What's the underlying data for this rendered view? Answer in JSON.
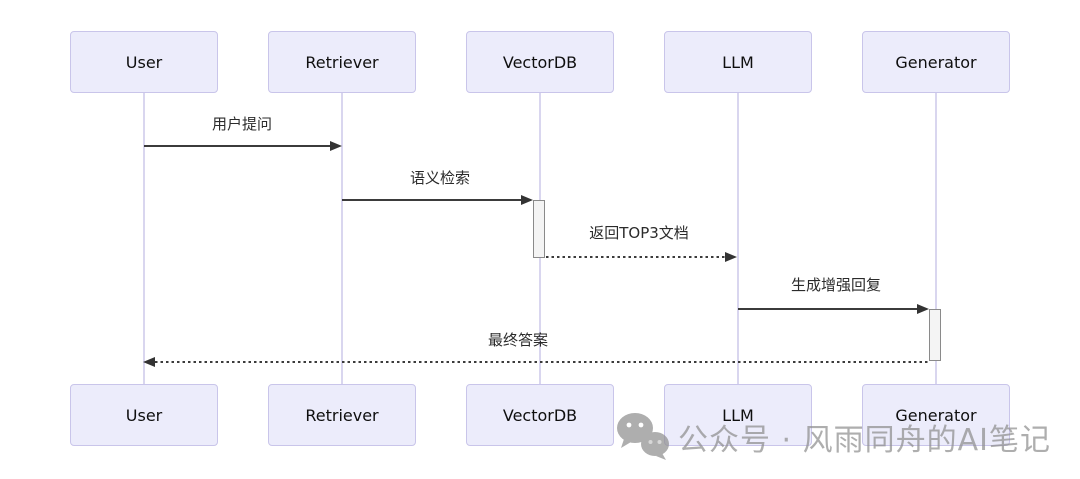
{
  "diagram": {
    "type": "sequence",
    "participants": [
      {
        "name": "User"
      },
      {
        "name": "Retriever"
      },
      {
        "name": "VectorDB"
      },
      {
        "name": "LLM"
      },
      {
        "name": "Generator"
      }
    ],
    "messages": [
      {
        "from": "User",
        "to": "Retriever",
        "label": "用户提问",
        "line": "solid"
      },
      {
        "from": "Retriever",
        "to": "VectorDB",
        "label": "语义检索",
        "line": "solid"
      },
      {
        "from": "VectorDB",
        "to": "LLM",
        "label": "返回TOP3文档",
        "line": "dashed"
      },
      {
        "from": "LLM",
        "to": "Generator",
        "label": "生成增强回复",
        "line": "solid"
      },
      {
        "from": "Generator",
        "to": "User",
        "label": "最终答案",
        "line": "dashed"
      }
    ],
    "activations": [
      {
        "participant": "VectorDB"
      },
      {
        "participant": "Generator"
      }
    ],
    "colors": {
      "actor_fill": "#ececfb",
      "actor_border": "#c9c5ea",
      "lifeline": "#d9d6ef",
      "arrow": "#333333",
      "activation_fill": "#f4f4f4",
      "activation_border": "#8a8a8a",
      "watermark_gray": "#8f8f8f"
    }
  },
  "watermark": {
    "icon": "wechat-icon",
    "text": "公众号 · 风雨同舟的AI笔记"
  }
}
